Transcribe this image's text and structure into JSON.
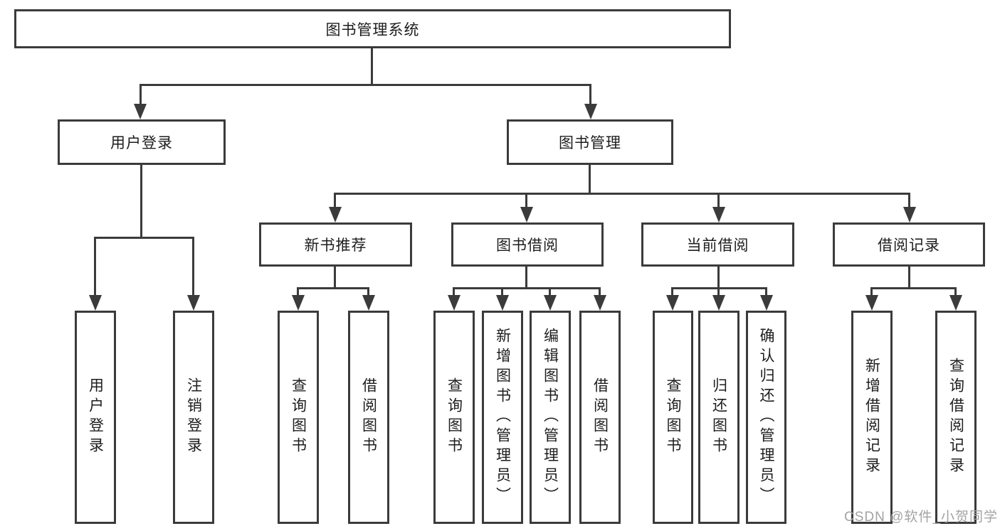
{
  "tree": {
    "root": {
      "label": "图书管理系统",
      "children": [
        {
          "label": "用户登录",
          "children": [
            {
              "label": "用户登录"
            },
            {
              "label": "注销登录"
            }
          ]
        },
        {
          "label": "图书管理",
          "children": [
            {
              "label": "新书推荐",
              "children": [
                {
                  "label": "查询图书"
                },
                {
                  "label": "借阅图书"
                }
              ]
            },
            {
              "label": "图书借阅",
              "children": [
                {
                  "label": "查询图书"
                },
                {
                  "label": "新增图书（管理员）"
                },
                {
                  "label": "编辑图书（管理员）"
                },
                {
                  "label": "借阅图书"
                }
              ]
            },
            {
              "label": "当前借阅",
              "children": [
                {
                  "label": "查询图书"
                },
                {
                  "label": "归还图书"
                },
                {
                  "label": "确认归还（管理员）"
                }
              ]
            },
            {
              "label": "借阅记录",
              "children": [
                {
                  "label": "新增借阅记录"
                },
                {
                  "label": "查询借阅记录"
                }
              ]
            }
          ]
        }
      ]
    }
  },
  "watermark": {
    "text": "CSDN @软件_小贺同学"
  },
  "colors": {
    "line": "#3b3b3b",
    "text": "#1d1d1d",
    "watermark": "#a3a3a5",
    "box_fill": "#ffffff",
    "background": "#ffffff"
  }
}
